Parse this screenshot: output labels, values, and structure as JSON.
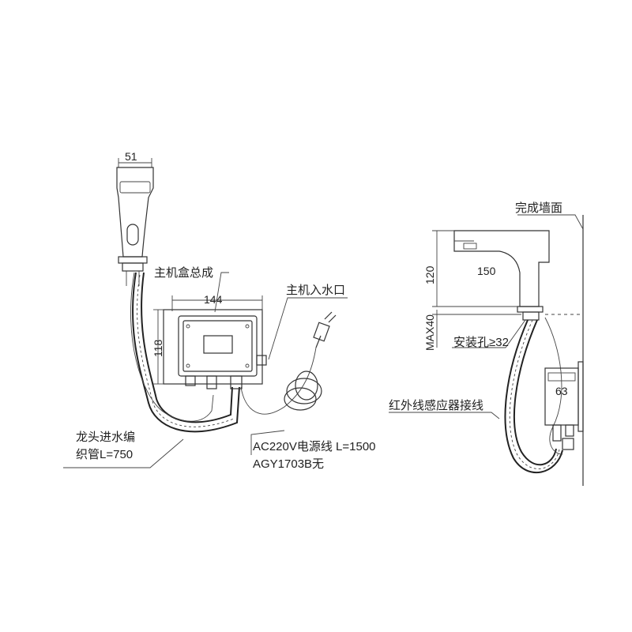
{
  "dimensions": {
    "faucet_width": "51",
    "box_width": "144",
    "box_height": "118",
    "side_height": "120",
    "side_length": "150",
    "max_deck": "MAX40",
    "sensor_box": "63"
  },
  "labels": {
    "main_box_assembly": "主机盒总成",
    "main_water_inlet": "主机入水口",
    "hose_line1": "龙头进水编",
    "hose_line2": "织管L=750",
    "power_line1": "AC220V电源线 L=1500",
    "power_line2": "AGY1703B无",
    "finished_wall": "完成墙面",
    "mount_hole": "安装孔≥32",
    "ir_sensor_wire": "红外线感应器接线"
  },
  "colors": {
    "line": "#333333",
    "text": "#222222"
  }
}
